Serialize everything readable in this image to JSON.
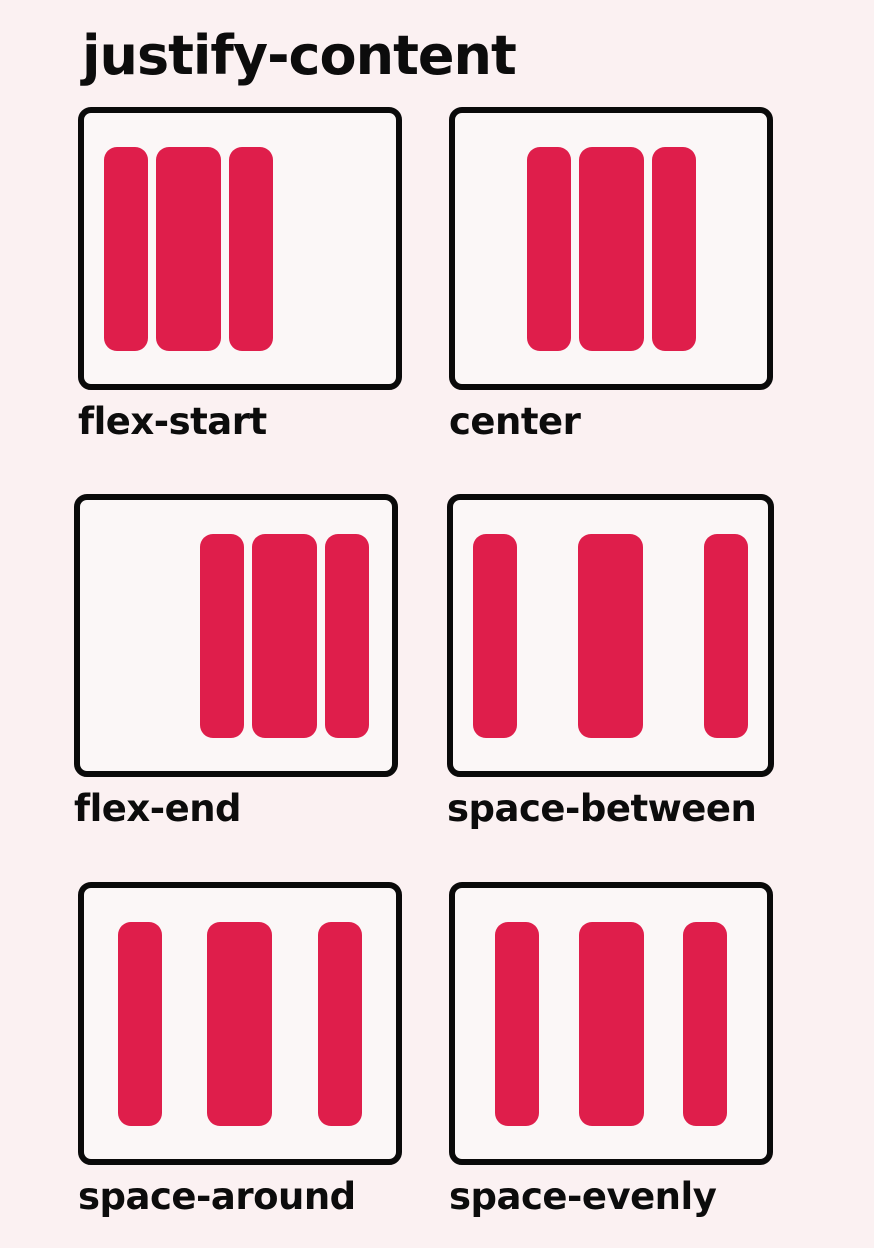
{
  "title": "justify-content",
  "colors": {
    "item": "#df1e4b",
    "border": "#0a0a0a",
    "background": "#fbf1f2"
  },
  "panels": [
    {
      "label": "flex-start"
    },
    {
      "label": "center"
    },
    {
      "label": "flex-end"
    },
    {
      "label": "space-between"
    },
    {
      "label": "space-around"
    },
    {
      "label": "space-evenly"
    }
  ]
}
